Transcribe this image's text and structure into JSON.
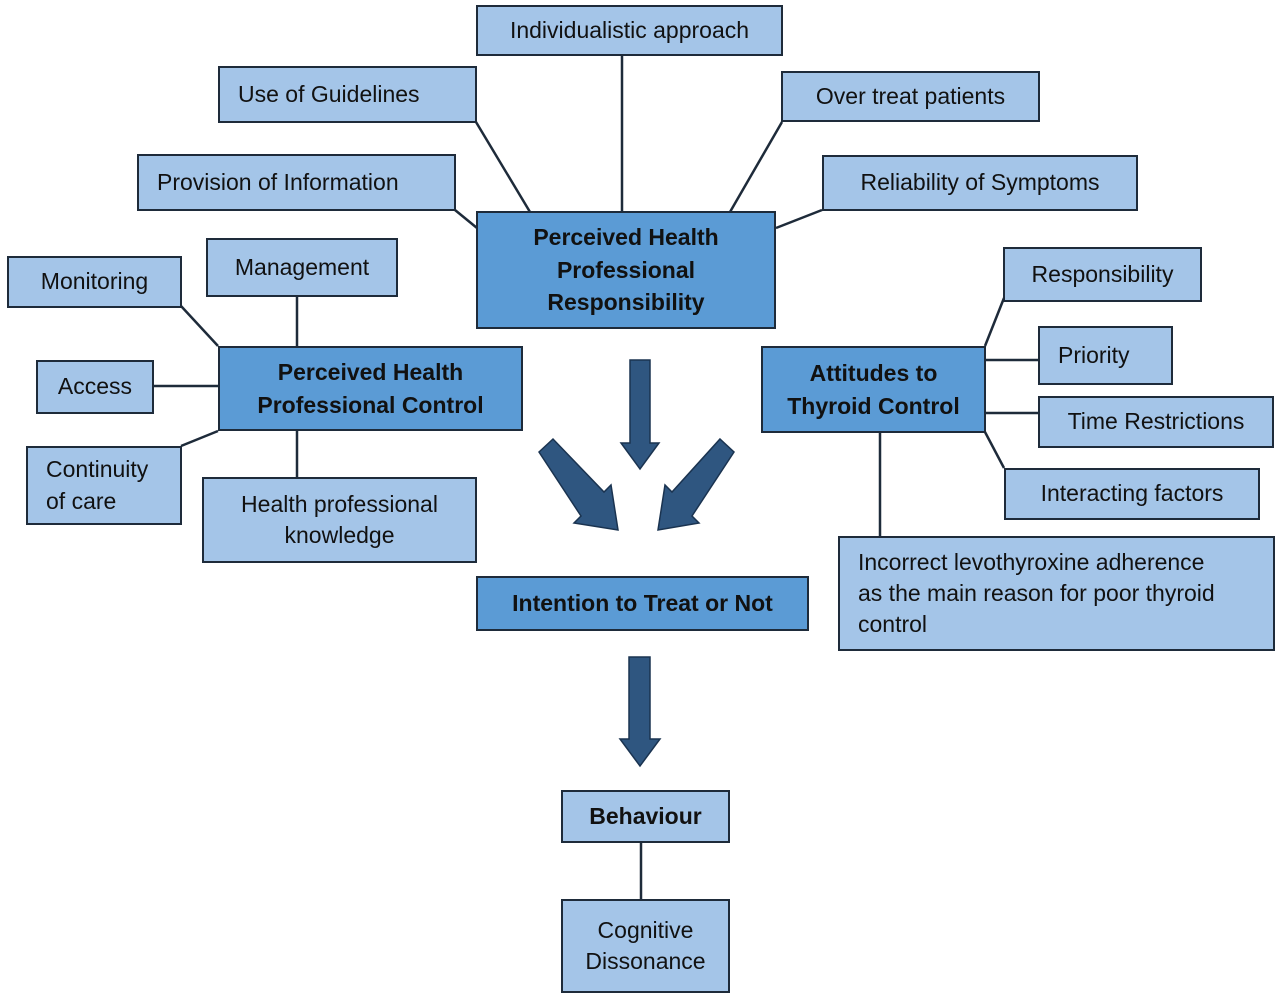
{
  "diagram": {
    "hubs": {
      "responsibility": "Perceived Health\nProfessional\nResponsibility",
      "control": "Perceived Health\nProfessional Control",
      "attitudes": "Attitudes to\nThyroid Control",
      "intention": "Intention to Treat or Not",
      "behaviour": "Behaviour"
    },
    "responsibility_factors": {
      "individualistic": "Individualistic approach",
      "guidelines": "Use of Guidelines",
      "information": "Provision of Information",
      "over_treat": "Over treat patients",
      "reliability": "Reliability of Symptoms"
    },
    "control_factors": {
      "monitoring": "Monitoring",
      "management": "Management",
      "access": "Access",
      "continuity": "Continuity\nof care",
      "knowledge": "Health professional\nknowledge"
    },
    "attitude_factors": {
      "responsibility": "Responsibility",
      "priority": "Priority",
      "time": "Time Restrictions",
      "interacting": "Interacting factors",
      "adherence": "Incorrect levothyroxine adherence\nas the main reason for poor thyroid\ncontrol"
    },
    "behaviour_factors": {
      "dissonance": "Cognitive\nDissonance"
    },
    "colors": {
      "hub_fill": "#5b9bd5",
      "leaf_fill": "#a4c5e8",
      "border": "#1e2b3a",
      "arrow": "#2f5680"
    }
  }
}
